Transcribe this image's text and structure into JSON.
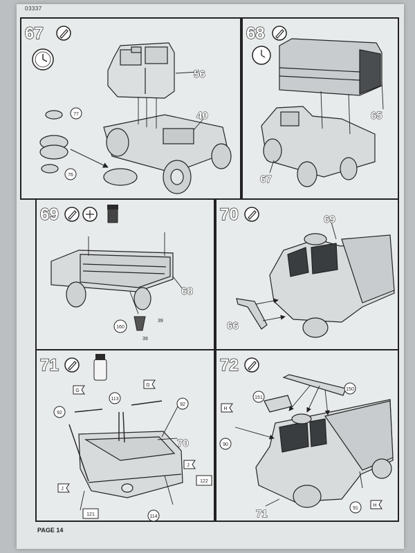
{
  "sheet": {
    "code": "03337",
    "page_label": "PAGE 14"
  },
  "steps": [
    {
      "number": "67",
      "callouts": [
        "56",
        "40"
      ],
      "circles": [
        "77",
        "76"
      ]
    },
    {
      "number": "68",
      "callouts": [
        "65",
        "67"
      ],
      "circles": []
    },
    {
      "number": "69",
      "callouts": [
        "68"
      ],
      "circles": [
        "160"
      ],
      "small_labels": [
        "39",
        "39"
      ]
    },
    {
      "number": "70",
      "callouts": [
        "69",
        "66"
      ],
      "circles": []
    },
    {
      "number": "71",
      "callouts": [
        "70"
      ],
      "circles": [
        "113",
        "92",
        "92",
        "114"
      ],
      "boxes": [
        "121",
        "122"
      ],
      "flags": [
        "G",
        "G",
        "J",
        "J"
      ]
    },
    {
      "number": "72",
      "callouts": [
        "71"
      ],
      "circles": [
        "151",
        "150",
        "90",
        "91"
      ],
      "flags": [
        "H",
        "H"
      ]
    }
  ]
}
